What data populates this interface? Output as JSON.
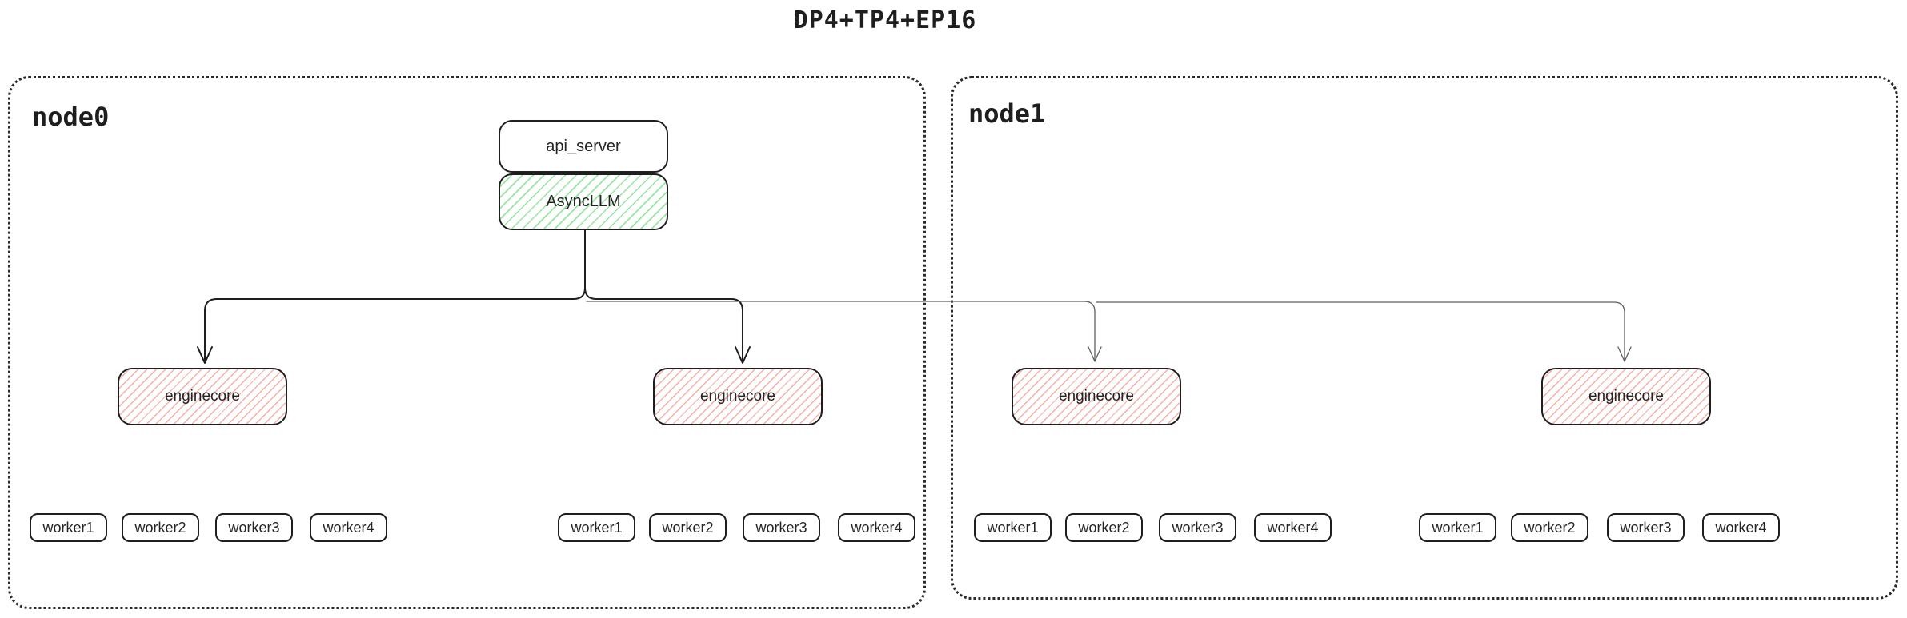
{
  "title": "DP4+TP4+EP16",
  "colors": {
    "ink": "#1e1e1e",
    "green_hatch": "#96e6a0",
    "red_hatch": "#f5afa5",
    "connector_gray": "#5f5f5f",
    "background": "#ffffff"
  },
  "node0": {
    "label": "node0",
    "api_server_label": "api_server",
    "async_llm_label": "AsyncLLM",
    "enginecores": [
      {
        "label": "enginecore",
        "workers": [
          "worker1",
          "worker2",
          "worker3",
          "worker4"
        ]
      },
      {
        "label": "enginecore",
        "workers": [
          "worker1",
          "worker2",
          "worker3",
          "worker4"
        ]
      }
    ]
  },
  "node1": {
    "label": "node1",
    "enginecores": [
      {
        "label": "enginecore",
        "workers": [
          "worker1",
          "worker2",
          "worker3",
          "worker4"
        ]
      },
      {
        "label": "enginecore",
        "workers": [
          "worker1",
          "worker2",
          "worker3",
          "worker4"
        ]
      }
    ]
  }
}
